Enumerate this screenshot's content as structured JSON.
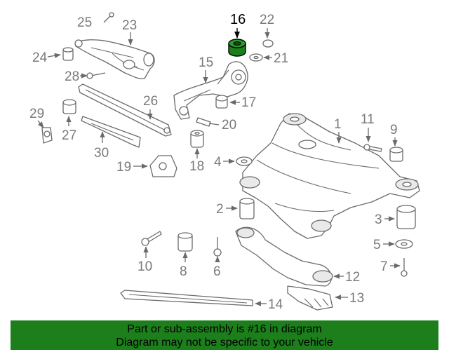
{
  "diagram": {
    "highlighted_part": "16",
    "highlight_color": "#1c7f1c",
    "callouts": [
      "1",
      "2",
      "3",
      "4",
      "5",
      "6",
      "7",
      "8",
      "9",
      "10",
      "11",
      "12",
      "13",
      "14",
      "15",
      "16",
      "17",
      "18",
      "19",
      "20",
      "21",
      "22",
      "23",
      "24",
      "25",
      "26",
      "27",
      "28",
      "29",
      "30"
    ]
  },
  "banner": {
    "line1": "Part or sub-assembly is #16 in diagram",
    "line2": "Diagram may not be specific to your vehicle",
    "background": "#1c7f1c"
  }
}
